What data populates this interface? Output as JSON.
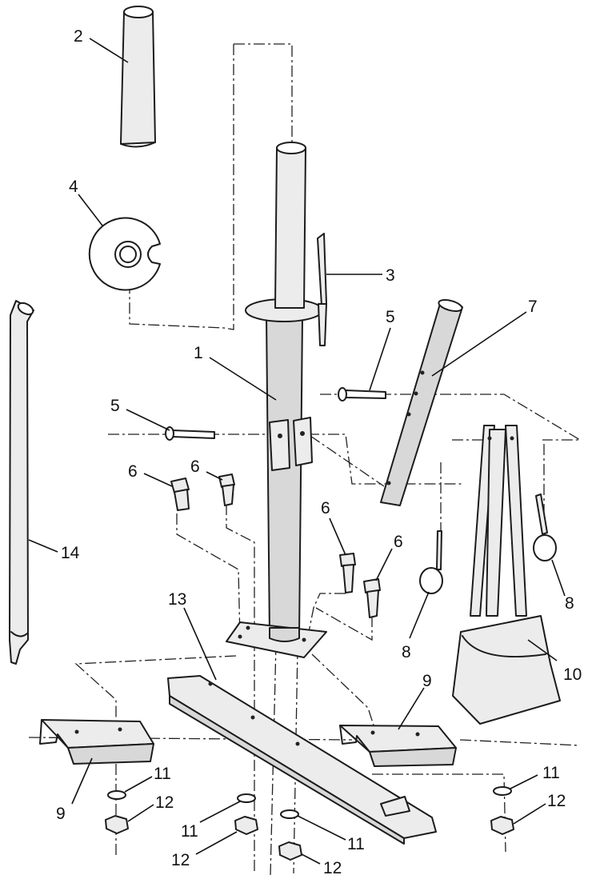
{
  "callouts": [
    {
      "id": "c1",
      "text": "1"
    },
    {
      "id": "c2",
      "text": "2"
    },
    {
      "id": "c3",
      "text": "3"
    },
    {
      "id": "c4",
      "text": "4"
    },
    {
      "id": "c5a",
      "text": "5"
    },
    {
      "id": "c5b",
      "text": "5"
    },
    {
      "id": "c6a",
      "text": "6"
    },
    {
      "id": "c6b",
      "text": "6"
    },
    {
      "id": "c6c",
      "text": "6"
    },
    {
      "id": "c6d",
      "text": "6"
    },
    {
      "id": "c7",
      "text": "7"
    },
    {
      "id": "c8a",
      "text": "8"
    },
    {
      "id": "c8b",
      "text": "8"
    },
    {
      "id": "c9a",
      "text": "9"
    },
    {
      "id": "c9b",
      "text": "9"
    },
    {
      "id": "c10",
      "text": "10"
    },
    {
      "id": "c11a",
      "text": "11"
    },
    {
      "id": "c11b",
      "text": "11"
    },
    {
      "id": "c11c",
      "text": "11"
    },
    {
      "id": "c11d",
      "text": "11"
    },
    {
      "id": "c12a",
      "text": "12"
    },
    {
      "id": "c12b",
      "text": "12"
    },
    {
      "id": "c12c",
      "text": "12"
    },
    {
      "id": "c12d",
      "text": "12"
    },
    {
      "id": "c13",
      "text": "13"
    },
    {
      "id": "c14",
      "text": "14"
    }
  ]
}
